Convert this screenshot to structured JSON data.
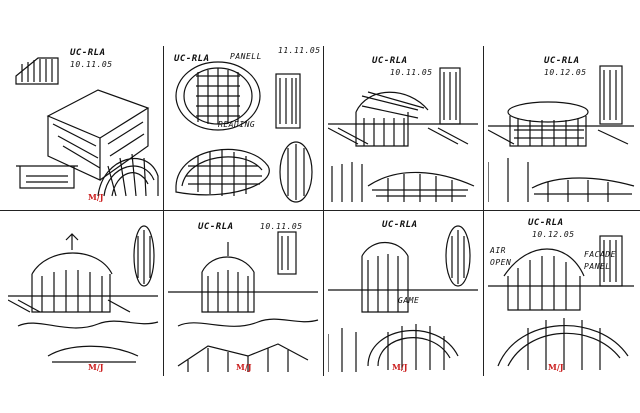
{
  "sheet": {
    "background": "#ffffff",
    "ink": "#111111",
    "signature_color": "#cc2222"
  },
  "panels": [
    {
      "code": "UC-RLA",
      "date": "10.11.05",
      "signature": "M/J",
      "notes": []
    },
    {
      "code": "UC-RLA",
      "date": "11.11.05",
      "signature": "",
      "notes": [
        "PANELL",
        "READING"
      ]
    },
    {
      "code": "UC-RLA",
      "date": "10.11.05",
      "signature": "",
      "notes": []
    },
    {
      "code": "UC-RLA",
      "date": "10.12.05",
      "signature": "",
      "notes": []
    },
    {
      "code": "",
      "date": "",
      "signature": "M/J",
      "notes": []
    },
    {
      "code": "UC-RLA",
      "date": "10.11.05",
      "signature": "M/J",
      "notes": []
    },
    {
      "code": "UC-RLA",
      "date": "",
      "signature": "M/J",
      "notes": [
        "GAME"
      ]
    },
    {
      "code": "UC-RLA",
      "date": "10.12.05",
      "signature": "M/J",
      "notes": [
        "AIR",
        "OPEN",
        "FACADE",
        "PANEL"
      ]
    }
  ]
}
